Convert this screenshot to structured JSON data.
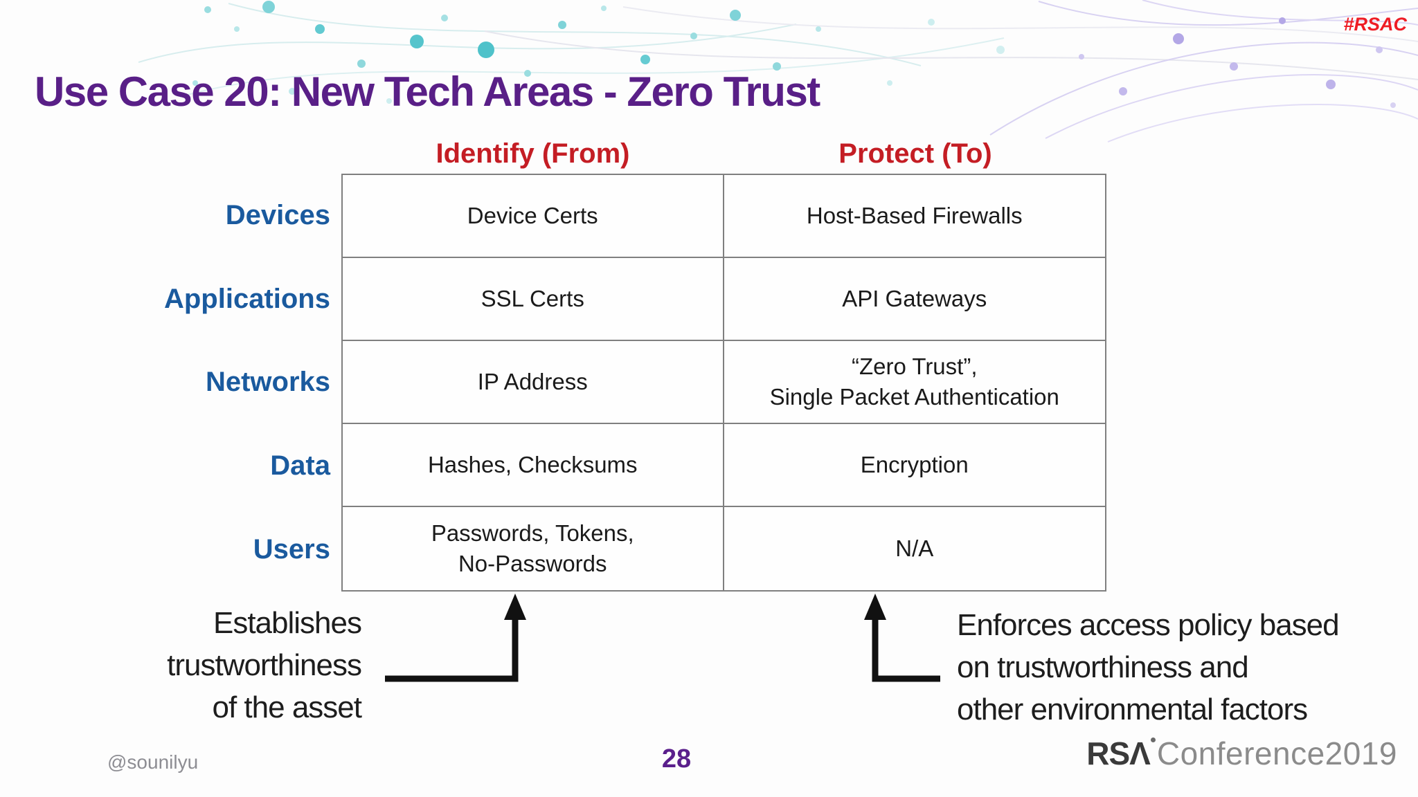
{
  "page": {
    "hashtag": "#RSAC",
    "title": "Use Case 20: New Tech Areas - Zero Trust",
    "page_number": "28",
    "twitter_handle": "@sounilyu",
    "logo_brand": "RSΛ",
    "logo_suffix": "Conference2019"
  },
  "matrix": {
    "column_headers": [
      "Identify (From)",
      "Protect (To)"
    ],
    "rows": [
      {
        "label": "Devices",
        "identify": "Device Certs",
        "protect": "Host-Based Firewalls"
      },
      {
        "label": "Applications",
        "identify": "SSL Certs",
        "protect": "API Gateways"
      },
      {
        "label": "Networks",
        "identify": "IP Address",
        "protect": "“Zero Trust”,\nSingle Packet Authentication"
      },
      {
        "label": "Data",
        "identify": "Hashes, Checksums",
        "protect": "Encryption"
      },
      {
        "label": "Users",
        "identify": "Passwords, Tokens,\nNo-Passwords",
        "protect": "N/A"
      }
    ]
  },
  "annotations": {
    "identify_note": "Establishes\ntrustworthiness\nof the asset",
    "protect_note": "Enforces access policy based\non trustworthiness and\nother environmental factors"
  },
  "colors": {
    "title_purple": "#591f87",
    "header_red": "#c41d24",
    "label_blue": "#1a5a9e",
    "hashtag_red": "#ee1c25",
    "table_border_gray": "#7f7f7f",
    "decoration_teal": "#6fced5",
    "decoration_purple": "#b3a7e6"
  }
}
